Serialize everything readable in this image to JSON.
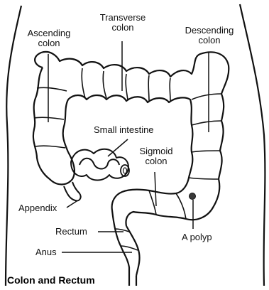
{
  "diagram": {
    "caption": "Colon and Rectum",
    "labels": {
      "ascending_colon": "Ascending\ncolon",
      "transverse_colon": "Transverse\ncolon",
      "descending_colon": "Descending\ncolon",
      "small_intestine": "Small intestine",
      "sigmoid_colon": "Sigmoid\ncolon",
      "appendix": "Appendix",
      "rectum": "Rectum",
      "anus": "Anus",
      "polyp": "A polyp"
    }
  }
}
